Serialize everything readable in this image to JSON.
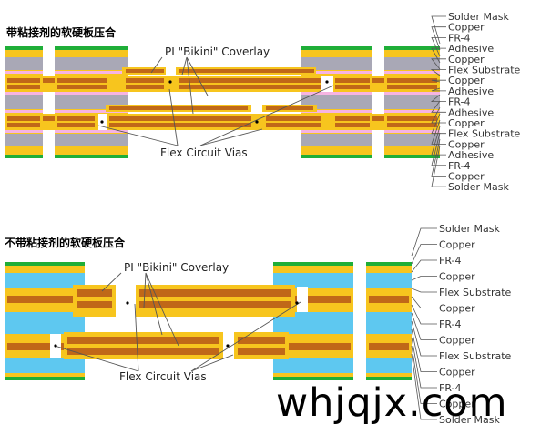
{
  "diagram_a": {
    "title": "带粘接剂的软硬板压合",
    "coverlay_label": "PI \"Bikini\" Coverlay",
    "vias_label": "Flex Circuit Vias",
    "layers": [
      "Solder Mask",
      "Copper",
      "FR-4",
      "Adhesive",
      "Copper",
      "Flex Substrate",
      "Copper",
      "Adhesive",
      "FR-4",
      "Adhesive",
      "Copper",
      "Flex Substrate",
      "Copper",
      "Adhesive",
      "FR-4",
      "Copper",
      "Solder Mask"
    ]
  },
  "diagram_b": {
    "title": "不带粘接剂的软硬板压合",
    "coverlay_label": "PI \"Bikini\" Coverlay",
    "vias_label": "Flex Circuit Vias",
    "layers": [
      "Solder Mask",
      "Copper",
      "FR-4",
      "Copper",
      "Flex Substrate",
      "Copper",
      "FR-4",
      "Copper",
      "Flex Substrate",
      "Copper",
      "FR-4",
      "Copper",
      "Solder Mask"
    ]
  },
  "watermark": "whjqjx.com",
  "colors": {
    "fr4_a": "#a9a8b6",
    "fr4_b": "#5ec8f0",
    "pi": "#f7c51e",
    "copper": "#c06818",
    "solder_mask": "#1fae38",
    "adhesive": "#f6b4e2",
    "line": "#555555"
  }
}
